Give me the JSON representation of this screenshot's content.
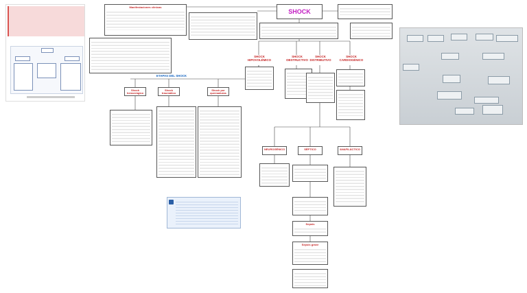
{
  "title": "SHOCK",
  "branches": [
    {
      "id": "hipovolemico",
      "label": "SHOCK HIPOVOLÉMICO"
    },
    {
      "id": "obstructivo",
      "label": "SHOCK OBSTRUCTIVO"
    },
    {
      "id": "distributivo",
      "label": "SHOCK DISTRIBUTIVO"
    },
    {
      "id": "cardiogenico",
      "label": "SHOCK CARDIOGÉNICO"
    }
  ],
  "hipovolemico_subtypes": [
    {
      "id": "hemorragico",
      "label": "Shock hemorrágico"
    },
    {
      "id": "traumatico",
      "label": "Shock traumático"
    },
    {
      "id": "quemaduras",
      "label": "Shock por quemaduras"
    }
  ],
  "distributivo_subtypes": [
    {
      "id": "neurogenico",
      "label": "NEUROGÉNICO"
    },
    {
      "id": "septico",
      "label": "SÉPTICO"
    },
    {
      "id": "anafilactico",
      "label": "ANAFILÁCTICO"
    }
  ],
  "headers": {
    "manifestaciones": "Manifestaciones clínicas",
    "etapas": "ETAPAS DEL SHOCK",
    "sepsis": "Sepsis",
    "sepsis_grave": "Sepsis grave"
  },
  "colors": {
    "title": "#c21cc2",
    "branch": "#c62828",
    "stage": "#1565c0"
  }
}
